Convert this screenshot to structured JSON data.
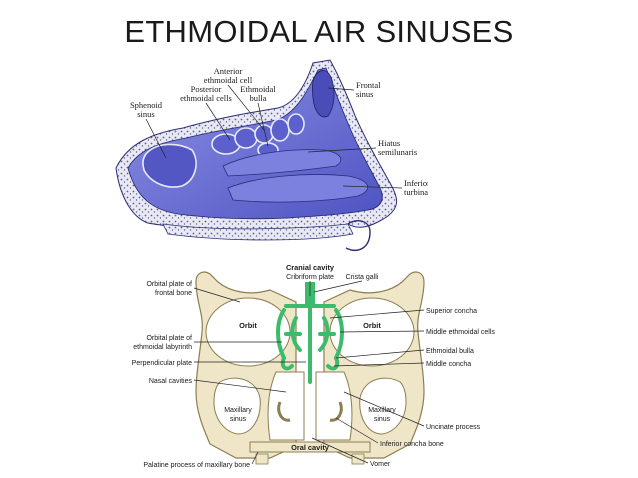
{
  "title": "ETHMOIDAL AIR SINUSES",
  "top_figure": {
    "labels": {
      "anterior_ethmoidal_cell": "Anterior ethmoidal cell",
      "anterior_line1": "Anterior",
      "anterior_line2": "ethmoidal cell",
      "posterior_line1": "Posterior",
      "posterior_line2": "ethmoidal cells",
      "bulla_line1": "Ethmoidal",
      "bulla_line2": "bulla",
      "sphenoid_line1": "Sphenoid",
      "sphenoid_line2": "sinus",
      "frontal_line1": "Frontal",
      "frontal_line2": "sinus",
      "hiatus_line1": "Hiatus",
      "hiatus_line2": "semilunaris",
      "inferior_line1": "Inferior",
      "inferior_line2": "turbinate"
    }
  },
  "bottom_figure": {
    "labels": {
      "cranial_cavity": "Cranial cavity",
      "cribriform_plate": "Cribriform plate",
      "crista_galli": "Crista galli",
      "orbital_plate_frontal_1": "Orbital plate of",
      "orbital_plate_frontal_2": "frontal bone",
      "orbit_left": "Orbit",
      "orbit_right": "Orbit",
      "superior_concha": "Superior concha",
      "middle_ethmoidal_cells": "Middle ethmoidal cells",
      "orbital_plate_labyrinth_1": "Orbital plate of",
      "orbital_plate_labyrinth_2": "ethmoidal labyrinth",
      "ethmoidal_bulla": "Ethmoidal bulla",
      "perpendicular_plate": "Perpendicular plate",
      "middle_concha": "Middle concha",
      "nasal_cavities": "Nasal cavities",
      "maxillary_left_1": "Maxillary",
      "maxillary_left_2": "sinus",
      "maxillary_right_1": "Maxillary",
      "maxillary_right_2": "sinus",
      "uncinate_process": "Uncinate process",
      "oral_cavity": "Oral cavity",
      "inferior_concha_bone": "Inferior concha bone",
      "palatine_process": "Palatine process of maxillary bone",
      "vomer": "Vomer"
    }
  },
  "colors": {
    "sinus_blue": "#6f74d8",
    "sinus_dark": "#3d3f9e",
    "bone": "#efe6c8",
    "bone_stroke": "#8c7d52",
    "ethmoid_green": "#3dbb6c"
  }
}
